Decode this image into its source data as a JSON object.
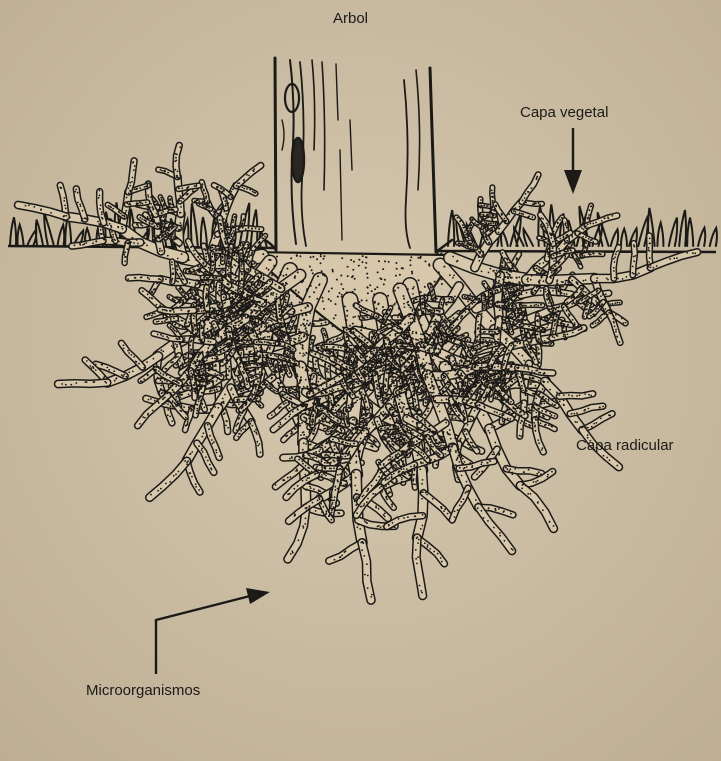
{
  "diagram": {
    "labels": {
      "tree": "Arbol",
      "topsoil": "Capa vegetal",
      "root_layer": "Capa radicular",
      "microorganisms": "Microorganismos"
    },
    "colors": {
      "paper": "#cdbfa5",
      "ink": "#1c1a17"
    }
  }
}
